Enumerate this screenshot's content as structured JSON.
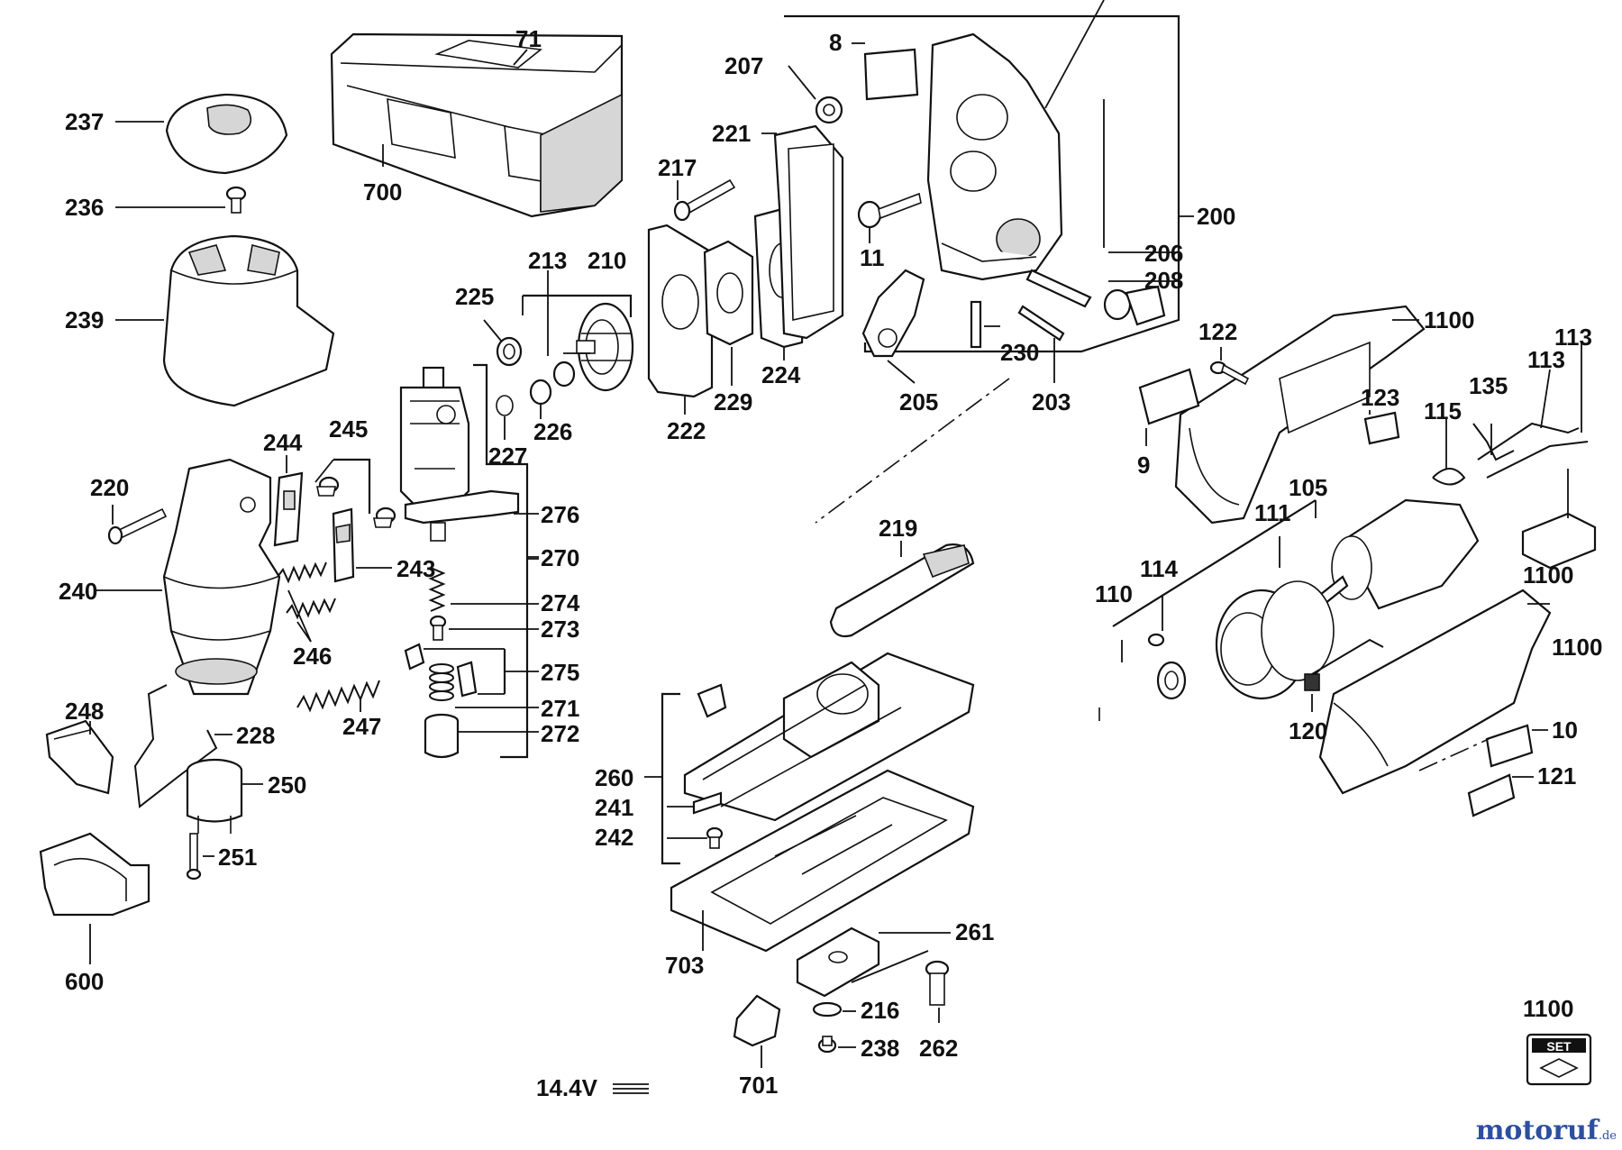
{
  "diagram": {
    "voltage_label": "14.4V",
    "set_label": "SET",
    "watermark": {
      "main": "motoruf",
      "suffix": ".de"
    },
    "part_numbers": {
      "p71": "71",
      "p700": "700",
      "p237": "237",
      "p236": "236",
      "p239": "239",
      "p8": "8",
      "p207": "207",
      "p221": "221",
      "p217": "217",
      "p11": "11",
      "p200": "200",
      "p206": "206",
      "p208": "208",
      "p213": "213",
      "p210": "210",
      "p225": "225",
      "p226": "226",
      "p227": "227",
      "p229": "229",
      "p224": "224",
      "p222": "222",
      "p205": "205",
      "p230": "230",
      "p203": "203",
      "p1100a": "1100",
      "p122": "122",
      "p123": "123",
      "p9": "9",
      "p113a": "113",
      "p113b": "113",
      "p135": "135",
      "p115": "115",
      "p105": "105",
      "p111": "111",
      "p1100b": "1100",
      "p114": "114",
      "p110": "110",
      "p1100c": "1100",
      "p120": "120",
      "p10": "10",
      "p121": "121",
      "p244": "244",
      "p245": "245",
      "p220": "220",
      "p240": "240",
      "p243": "243",
      "p246": "246",
      "p247": "247",
      "p248": "248",
      "p228": "228",
      "p250": "250",
      "p251": "251",
      "p600": "600",
      "p276": "276",
      "p270": "270",
      "p274": "274",
      "p273": "273",
      "p275": "275",
      "p271": "271",
      "p272": "272",
      "p219": "219",
      "p260": "260",
      "p241": "241",
      "p242": "242",
      "p703": "703",
      "p261": "261",
      "p216": "216",
      "p238": "238",
      "p262": "262",
      "p701": "701",
      "p1100d": "1100"
    }
  }
}
